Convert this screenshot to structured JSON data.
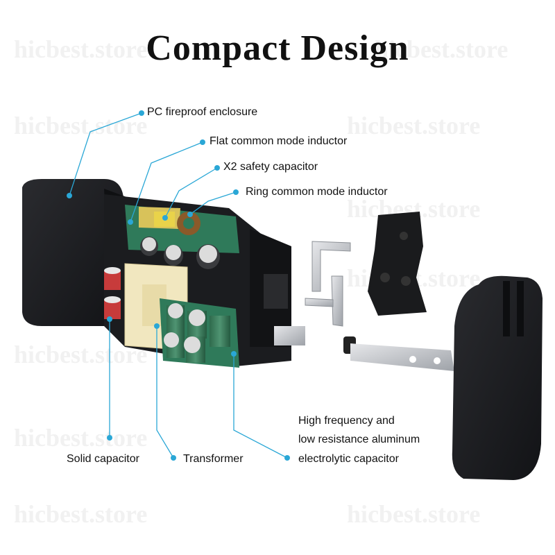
{
  "title": "Compact Design",
  "watermark": "hicbest.store",
  "callouts": {
    "enclosure": "PC fireproof enclosure",
    "flat_inductor": "Flat common mode inductor",
    "x2_capacitor": "X2 safety capacitor",
    "ring_inductor": "Ring common mode inductor",
    "solid_capacitor": "Solid capacitor",
    "transformer": "Transformer",
    "electrolytic_line1": "High frequency and",
    "electrolytic_line2": "low resistance aluminum",
    "electrolytic_line3": "electrolytic capacitor"
  },
  "colors": {
    "callout_line": "#2aa7d6",
    "case": "#1c1d20",
    "pcb": "#2f7a5a",
    "capacitor_green": "#3d7f5e",
    "transformer": "#f1e7bf"
  }
}
